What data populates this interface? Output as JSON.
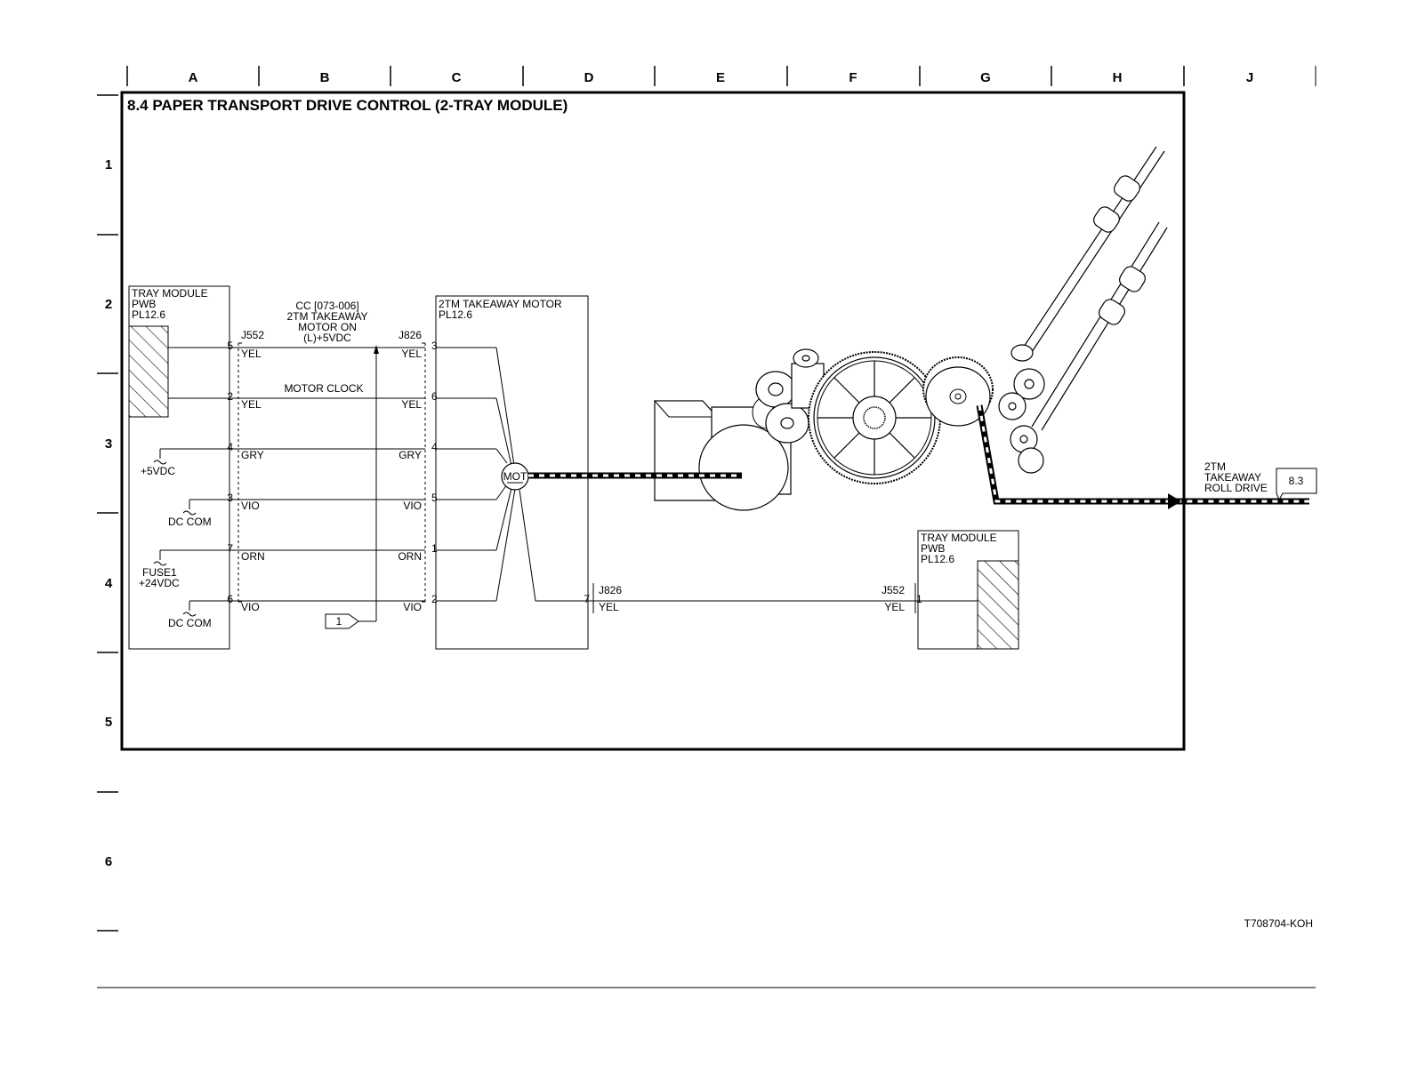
{
  "title": "8.4 PAPER TRANSPORT DRIVE CONTROL (2-TRAY MODULE)",
  "columns": [
    "A",
    "B",
    "C",
    "D",
    "E",
    "F",
    "G",
    "H",
    "J"
  ],
  "rows": [
    "1",
    "2",
    "3",
    "4",
    "5",
    "6"
  ],
  "left_pwb": {
    "line1": "TRAY MODULE",
    "line2": "PWB",
    "line3": "PL12.6"
  },
  "right_pwb": {
    "line1": "TRAY MODULE",
    "line2": "PWB",
    "line3": "PL12.6"
  },
  "motor_box": {
    "line1": "2TM TAKEAWAY MOTOR",
    "line2": "PL12.6",
    "symbol": "MOT"
  },
  "signal_note": {
    "line1": "CC [073-006]",
    "line2": "2TM TAKEAWAY",
    "line3": "MOTOR ON",
    "line4": "(L)+5VDC"
  },
  "motor_clock": "MOTOR CLOCK",
  "connectors": {
    "j552": "J552",
    "j826": "J826"
  },
  "wires": [
    {
      "p1": "5",
      "c1": "YEL",
      "p2": "3",
      "c2": "YEL"
    },
    {
      "p1": "2",
      "c1": "YEL",
      "p2": "6",
      "c2": "YEL"
    },
    {
      "p1": "4",
      "c1": "GRY",
      "p2": "4",
      "c2": "GRY"
    },
    {
      "p1": "3",
      "c1": "VIO",
      "p2": "5",
      "c2": "VIO"
    },
    {
      "p1": "7",
      "c1": "ORN",
      "p2": "1",
      "c2": "ORN"
    },
    {
      "p1": "6",
      "c1": "VIO",
      "p2": "2",
      "c2": "VIO"
    }
  ],
  "power": {
    "v5": "+5VDC",
    "dccom": "DC COM",
    "fuse1": "FUSE1",
    "v24": "+24VDC"
  },
  "flag1": "1",
  "clock_wire": {
    "j826_pin": "7",
    "j826_color": "YEL",
    "j552_pin": "1",
    "j552_color": "YEL"
  },
  "output": {
    "line1": "2TM",
    "line2": "TAKEAWAY",
    "line3": "ROLL DRIVE",
    "ref": "8.3"
  },
  "figure_id": "T708704-KOH"
}
